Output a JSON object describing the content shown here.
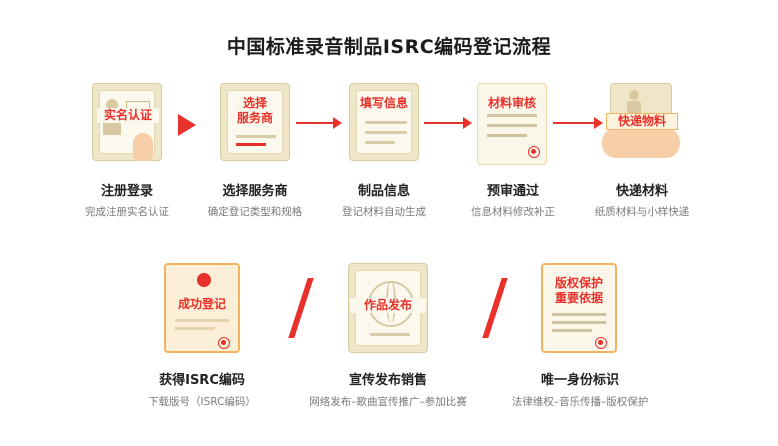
{
  "title": "中国标准录音制品ISRC编码登记流程",
  "row1": [
    {
      "icon_label": "实名认证",
      "name": "注册登录",
      "desc": "完成注册实名认证"
    },
    {
      "icon_label": "选择\n服务商",
      "name": "选择服务商",
      "desc": "确定登记类型和规格"
    },
    {
      "icon_label": "填写信息",
      "name": "制品信息",
      "desc": "登记材料自动生成"
    },
    {
      "icon_label": "材料审核",
      "name": "预审通过",
      "desc": "信息材料修改补正"
    },
    {
      "icon_label": "快递物料",
      "name": "快递材料",
      "desc": "纸质材料与小样快递"
    }
  ],
  "row2": [
    {
      "icon_label": "成功登记",
      "name": "获得ISRC编码",
      "desc": "下载版号（ISRC编码）"
    },
    {
      "icon_label": "作品发布",
      "name": "宣传发布销售",
      "desc": "网络发布–歌曲宣传推广–参加比赛"
    },
    {
      "icon_label": "版权保护\n重要依据",
      "name": "唯一身份标识",
      "desc": "法律维权–音乐传播–版权保护"
    }
  ],
  "colors": {
    "accent": "#e8312a",
    "card": "#efe6c8",
    "card_border_orange": "#f2b25e"
  }
}
